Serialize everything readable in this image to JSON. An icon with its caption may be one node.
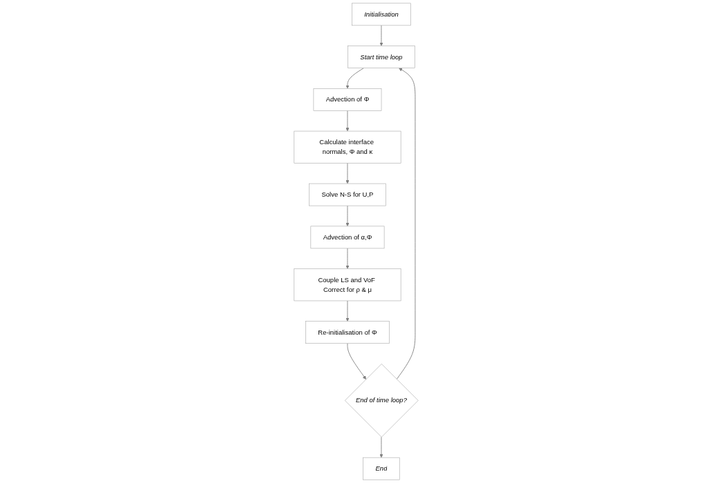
{
  "diagram": {
    "nodes": [
      {
        "text": [
          "Initialisation"
        ]
      },
      {
        "text": [
          "Start time loop"
        ]
      },
      {
        "text": [
          "Advection of Φ"
        ]
      },
      {
        "text": [
          "Calculate interface normals, Φ and κ"
        ]
      },
      {
        "text": [
          "Solve N-S for U,P"
        ]
      },
      {
        "text": [
          "Advection of α,Φ"
        ]
      },
      {
        "text": [
          "Couple LS and VoF Correct for ρ & μ"
        ]
      },
      {
        "text": [
          "Re-initialisation of Φ"
        ]
      },
      {
        "text": [
          "End of time loop?"
        ]
      },
      {
        "text": [
          "End"
        ]
      }
    ],
    "edges": [
      {
        "from": 0,
        "to": 1,
        "arrow": "to"
      },
      {
        "from": 1,
        "to": 2,
        "arrow": "to"
      },
      {
        "from": 2,
        "to": 3,
        "arrow": "to"
      },
      {
        "from": 3,
        "to": 4,
        "arrow": "to"
      },
      {
        "from": 4,
        "to": 5,
        "arrow": "to"
      },
      {
        "from": 5,
        "to": 6,
        "arrow": "to"
      },
      {
        "from": 6,
        "to": 7,
        "arrow": "to"
      },
      {
        "from": 7,
        "to": 8,
        "arrow": "to"
      },
      {
        "from": 8,
        "to": 9,
        "arrow": "to"
      },
      {
        "from": 8,
        "to": 1,
        "arrow": "to"
      }
    ]
  }
}
